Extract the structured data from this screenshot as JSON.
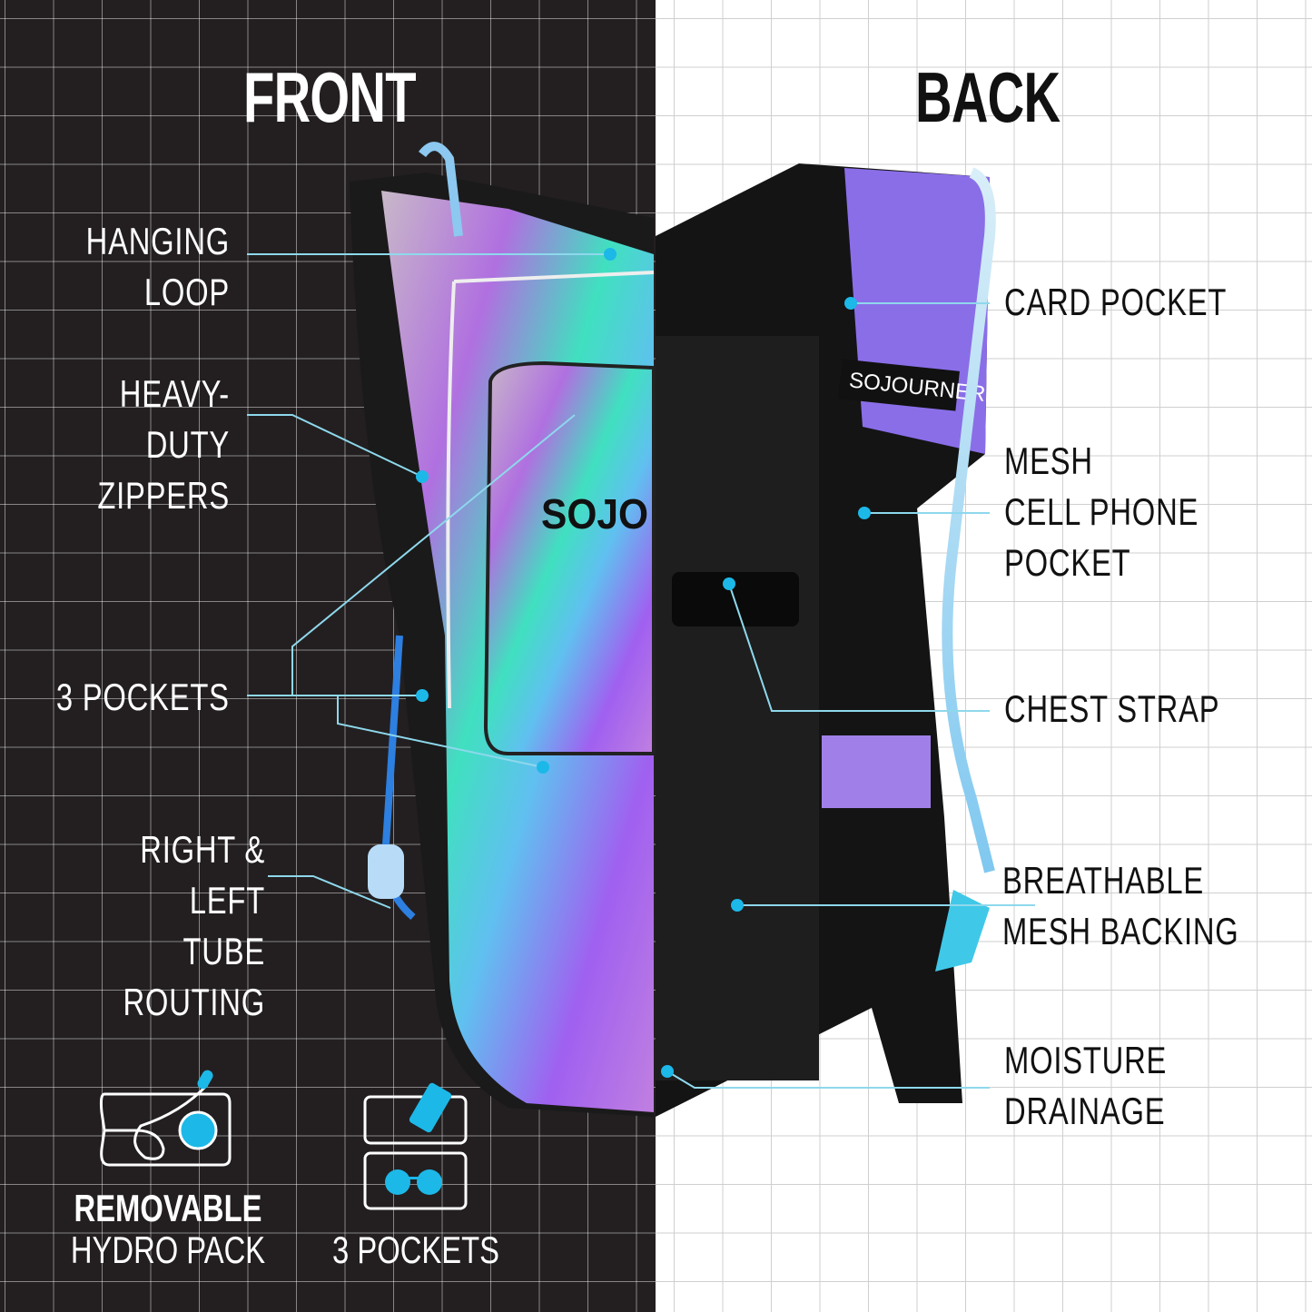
{
  "titles": {
    "front": "FRONT",
    "back": "BACK"
  },
  "brand_text": "SOJOURNER",
  "front_callouts": [
    {
      "line1": "HANGING",
      "line2": "LOOP"
    },
    {
      "line1": "HEAVY-DUTY",
      "line2": "ZIPPERS"
    },
    {
      "line1": "3 POCKETS",
      "line2": ""
    },
    {
      "line1": "RIGHT & LEFT",
      "line2": "TUBE ROUTING"
    }
  ],
  "back_callouts": [
    {
      "line1": "CARD POCKET"
    },
    {
      "line1": "MESH",
      "line2": "CELL PHONE",
      "line3": "POCKET"
    },
    {
      "line1": "CHEST STRAP"
    },
    {
      "line1": "BREATHABLE",
      "line2": "MESH BACKING"
    },
    {
      "line1": "MOISTURE",
      "line2": "DRAINAGE"
    }
  ],
  "features": [
    {
      "icon": "hydration-bladder-icon",
      "bold": "REMOVABLE",
      "text": "HYDRO PACK"
    },
    {
      "icon": "pockets-phone-sunglasses-icon",
      "text": "3 POCKETS"
    }
  ],
  "colors": {
    "accent": "#1cb8e8",
    "dark_bg": "#231f20",
    "light_bg": "#ffffff"
  }
}
